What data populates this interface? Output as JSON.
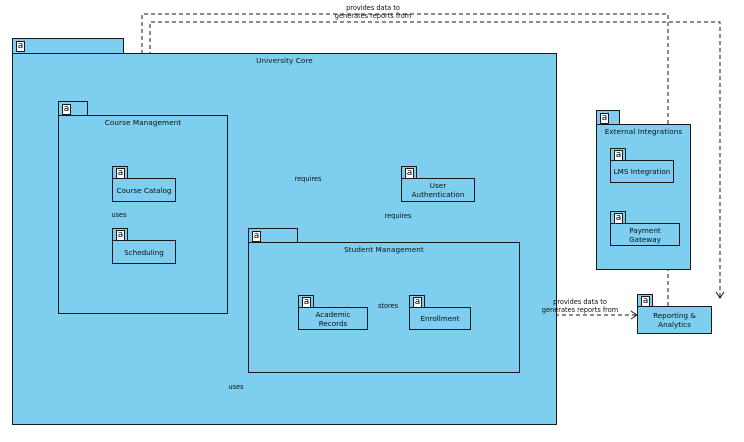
{
  "diagram": {
    "type": "uml-package-diagram",
    "stereotype_glyph": "a",
    "colors": {
      "package_fill": "#7ECEF0",
      "component_fill": "#7ECEF0",
      "stroke": "#1a1a1a",
      "background": "#ffffff",
      "text": "#0d0d0d"
    }
  },
  "packages": [
    {
      "id": "university-core",
      "name": "University Core"
    },
    {
      "id": "course-management",
      "name": "Course Management"
    },
    {
      "id": "student-management",
      "name": "Student Management"
    },
    {
      "id": "external-integrations",
      "name": "External Integrations"
    }
  ],
  "components": [
    {
      "id": "course-catalog",
      "name": "Course Catalog"
    },
    {
      "id": "scheduling",
      "name": "Scheduling"
    },
    {
      "id": "user-authentication",
      "name": "User Authentication"
    },
    {
      "id": "academic-records",
      "name": "Academic Records"
    },
    {
      "id": "enrollment",
      "name": "Enrollment"
    },
    {
      "id": "lms-integration",
      "name": "LMS Integration"
    },
    {
      "id": "payment-gateway",
      "name": "Payment Gateway"
    },
    {
      "id": "reporting-analytics",
      "name": "Reporting & Analytics"
    }
  ],
  "edges": [
    {
      "id": "e-top-provides",
      "label_line1": "provides data to",
      "label_line2": "generates reports from",
      "from": "reporting-analytics",
      "to": "university-core"
    },
    {
      "id": "e-requires-auth",
      "label_line1": "requires",
      "label_line2": "",
      "from": "course-catalog",
      "to": "user-authentication"
    },
    {
      "id": "e-uses-sched",
      "label_line1": "uses",
      "label_line2": "",
      "from": "scheduling",
      "to": "course-catalog"
    },
    {
      "id": "e-requires-sm",
      "label_line1": "requires",
      "label_line2": "",
      "from": "student-management",
      "to": "user-authentication"
    },
    {
      "id": "e-stores",
      "label_line1": "stores",
      "label_line2": "",
      "from": "academic-records",
      "to": "enrollment"
    },
    {
      "id": "e-right-provides",
      "label_line1": "provides data to",
      "label_line2": "generates reports from",
      "from": "reporting-analytics",
      "to": "student-management"
    },
    {
      "id": "e-uses-enroll",
      "label_line1": "uses",
      "label_line2": "",
      "from": "enrollment",
      "to": "course-catalog"
    }
  ]
}
